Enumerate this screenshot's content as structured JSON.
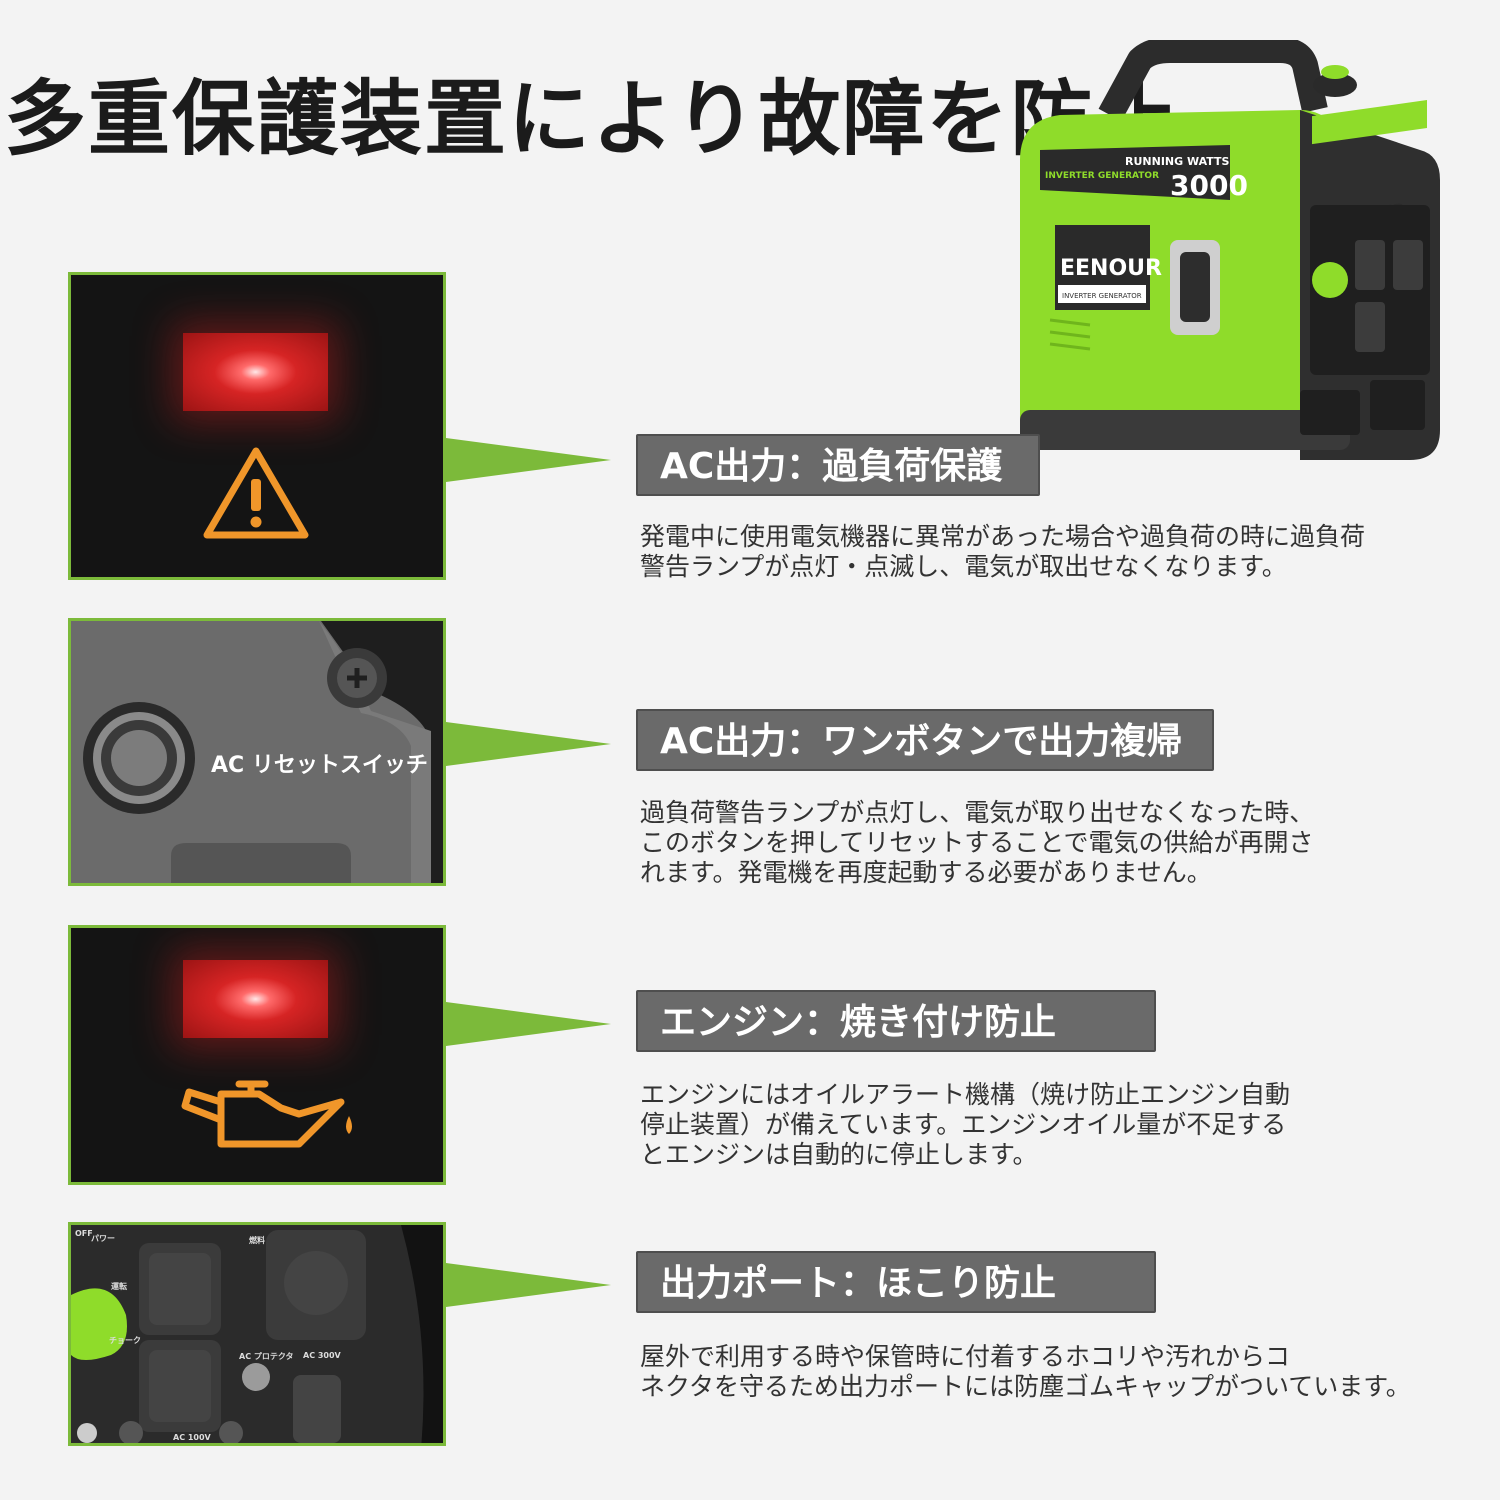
{
  "headline": "多重保護装置により故障を防止",
  "product": {
    "panel_text_1": "INVERTER GENERATOR",
    "running_watts_label": "RUNNING WATTS",
    "running_watts_value": "3000",
    "brand": "EENOUR",
    "brand_subtitle": "INVERTER GENERATOR",
    "side_brand": "EENOUR"
  },
  "features": [
    {
      "title": "AC出力：過負荷保護",
      "description": "発電中に使用電気機器に異常があった場合や過負荷の時に過負荷\n警告ランプが点灯・点滅し、電気が取出せなくなります。",
      "icon": "warning-triangle-icon"
    },
    {
      "title": "AC出力：ワンボタンで出力複帰",
      "description": "過負荷警告ランプが点灯し、電気が取り出せなくなった時、\nこのボタンを押してリセットすることで電気の供給が再開さ\nれます。発電機を再度起動する必要がありません。",
      "image_label": "AC リセットスイッチ"
    },
    {
      "title": "エンジン：焼き付け防止",
      "description": "エンジンにはオイルアラート機構（焼け防止エンジン自動\n停止装置）が備えています。エンジンオイル量が不足する\nとエンジンは自動的に停止します。",
      "icon": "oil-can-icon"
    },
    {
      "title": "出力ポート：ほこり防止",
      "description": "屋外で利用する時や保管時に付着するホコリや汚れからコ\nネクタを守るため出力ポートには防塵ゴムキャップがついています。",
      "panel_labels": {
        "off": "OFF",
        "power": "パワー",
        "fuel": "燃料",
        "run": "運転",
        "choke": "チョーク",
        "ac_protector": "AC プロテクタ",
        "ac_300v": "AC 300V",
        "ac_100v": "AC 100V"
      }
    }
  ],
  "colors": {
    "accent_green": "#7cba3a",
    "pill_bg": "#6a6a6a",
    "warning_orange": "#f0962a",
    "lamp_red": "#d62424"
  }
}
